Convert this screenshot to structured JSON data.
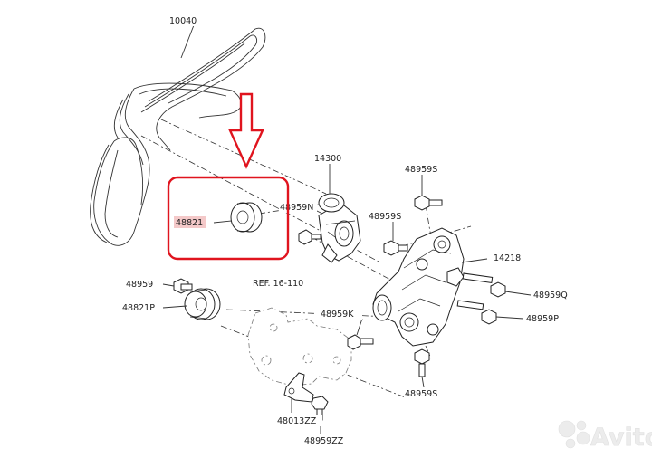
{
  "diagram": {
    "callouts": {
      "belt": "10040",
      "tensioner": "14300",
      "bolt_n": "48959N",
      "bolt_s_top": "48959S",
      "bolt_s_mid": "48959S",
      "bracket": "14218",
      "bolt_q": "48959Q",
      "bolt_p": "48959P",
      "bolt_s_bottom": "48959S",
      "idler_highlighted": "48821",
      "bolt_plain": "48959",
      "idler_p": "48821P",
      "reference": "REF. 16-110",
      "bolt_k": "48959K",
      "stay": "48013ZZ",
      "bolt_zz": "48959ZZ"
    },
    "highlight_color": "#e0141e",
    "watermark": {
      "text": "Avito",
      "icon": "avito-dots-icon"
    }
  }
}
